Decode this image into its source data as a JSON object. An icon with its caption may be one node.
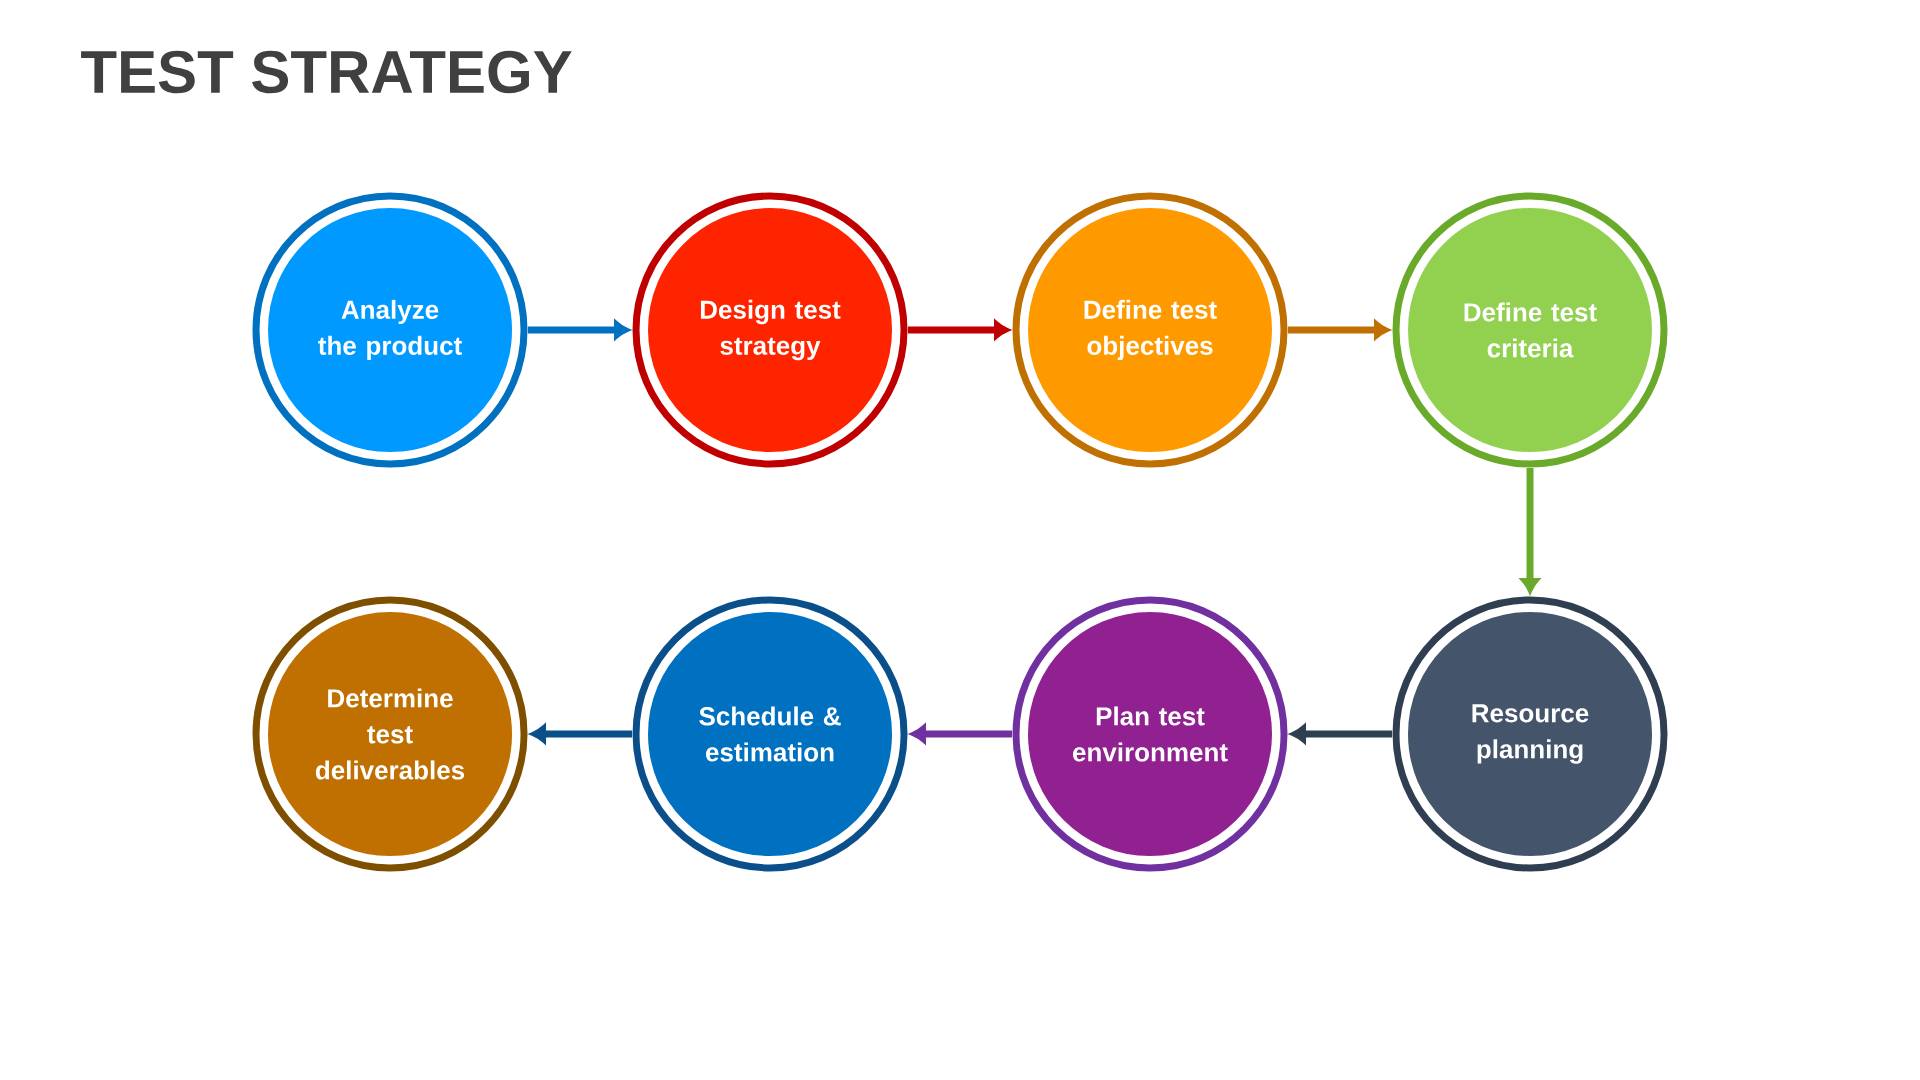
{
  "diagram": {
    "title": "TEST STRATEGY",
    "nodes": [
      {
        "text": [
          "Analyze the product"
        ]
      },
      {
        "text": [
          "Design test strategy"
        ]
      },
      {
        "text": [
          "Define test objectives"
        ]
      },
      {
        "text": [
          "Define test criteria"
        ]
      },
      {
        "text": [
          "Resource planning"
        ]
      },
      {
        "text": [
          "Plan test environment"
        ]
      },
      {
        "text": [
          "Schedule & estimation"
        ]
      },
      {
        "text": [
          "Determine test deliverables"
        ]
      }
    ],
    "edges": [
      {
        "from": 0,
        "to": 1,
        "arrow": "to",
        "color": "#0070c0"
      },
      {
        "from": 1,
        "to": 2,
        "arrow": "to",
        "color": "#c00000"
      },
      {
        "from": 2,
        "to": 3,
        "arrow": "to",
        "color": "#c07000"
      },
      {
        "from": 3,
        "to": 4,
        "arrow": "to",
        "color": "#6aaa2a"
      },
      {
        "from": 4,
        "to": 5,
        "arrow": "to",
        "color": "#2f3e50"
      },
      {
        "from": 5,
        "to": 6,
        "arrow": "to",
        "color": "#7030a0"
      },
      {
        "from": 6,
        "to": 7,
        "arrow": "to",
        "color": "#0b4f8a"
      }
    ]
  }
}
